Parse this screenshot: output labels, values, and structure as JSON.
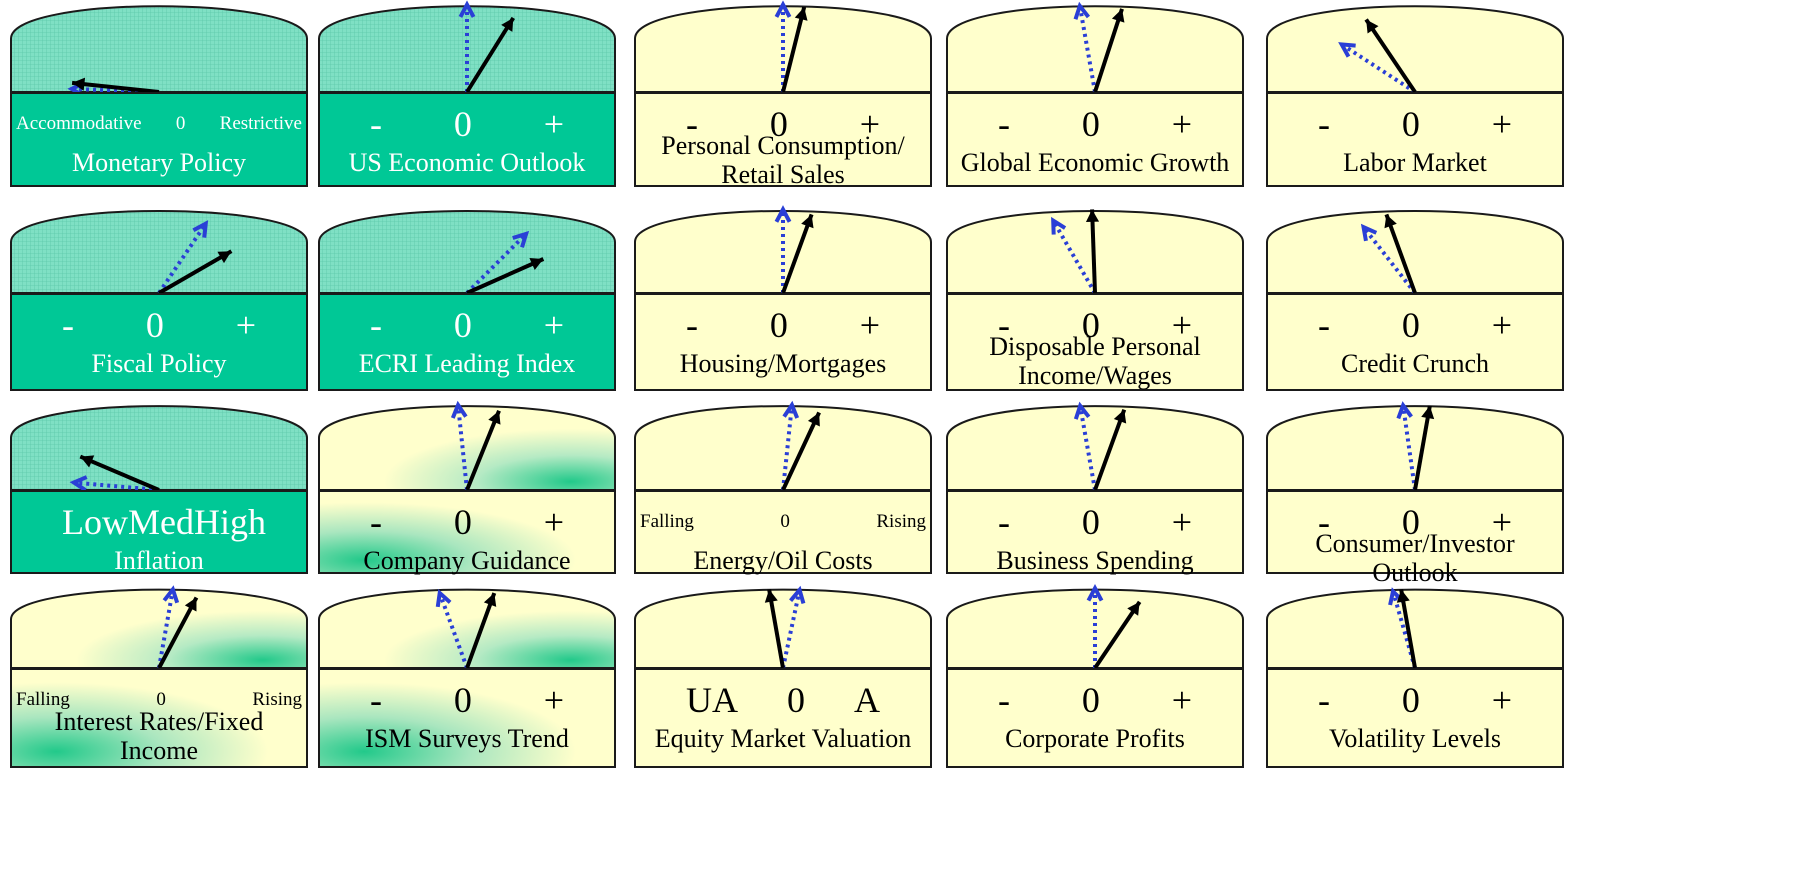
{
  "colors": {
    "panel_green": "#00c896",
    "dome_green": "#7fe0c4",
    "panel_yellow": "#ffffcc",
    "current_arrow": "#000000",
    "previous_arrow": "#2a3fd6"
  },
  "legend_semantics": {
    "current_arrow": "solid-black",
    "previous_arrow": "dotted-blue"
  },
  "gauges": [
    {
      "title": "Monetary Policy",
      "scale": [
        "Accommodative",
        "0",
        "Restrictive"
      ],
      "theme": "green",
      "current_deg": -84,
      "previous_deg": -88
    },
    {
      "title": "US Economic Outlook",
      "scale": [
        "-",
        "0",
        "+"
      ],
      "theme": "green",
      "current_deg": 32,
      "previous_deg": 0
    },
    {
      "title": "Personal Consumption/ Retail Sales",
      "scale": [
        "-",
        "0",
        "+"
      ],
      "theme": "yellow",
      "current_deg": 14,
      "previous_deg": 0
    },
    {
      "title": "Global Economic Growth",
      "scale": [
        "-",
        "0",
        "+"
      ],
      "theme": "yellow",
      "current_deg": 18,
      "previous_deg": -10
    },
    {
      "title": "Labor Market",
      "scale": [
        "-",
        "0",
        "+"
      ],
      "theme": "yellow",
      "current_deg": -34,
      "previous_deg": -57
    },
    {
      "title": "Fiscal Policy",
      "scale": [
        "-",
        "0",
        "+"
      ],
      "theme": "green",
      "current_deg": 60,
      "previous_deg": 34
    },
    {
      "title": "ECRI Leading Index",
      "scale": [
        "-",
        "0",
        "+"
      ],
      "theme": "green",
      "current_deg": 66,
      "previous_deg": 45
    },
    {
      "title": "Housing/Mortgages",
      "scale": [
        "-",
        "0",
        "+"
      ],
      "theme": "yellow",
      "current_deg": 20,
      "previous_deg": 0
    },
    {
      "title": "Disposable Personal Income/Wages",
      "scale": [
        "-",
        "0",
        "+"
      ],
      "theme": "yellow",
      "current_deg": -2,
      "previous_deg": -30
    },
    {
      "title": "Credit Crunch",
      "scale": [
        "-",
        "0",
        "+"
      ],
      "theme": "yellow",
      "current_deg": -20,
      "previous_deg": -38
    },
    {
      "title": "Inflation",
      "scale": [
        "Low",
        "Med",
        "High"
      ],
      "theme": "green",
      "current_deg": -67,
      "previous_deg": -85
    },
    {
      "title": "Company Guidance",
      "scale": [
        "-",
        "0",
        "+"
      ],
      "theme": "gradient",
      "current_deg": 22,
      "previous_deg": -6
    },
    {
      "title": "Energy/Oil Costs",
      "scale": [
        "Falling",
        "0",
        "Rising"
      ],
      "theme": "yellow",
      "current_deg": 25,
      "previous_deg": 6
    },
    {
      "title": "Business Spending",
      "scale": [
        "-",
        "0",
        "+"
      ],
      "theme": "yellow",
      "current_deg": 20,
      "previous_deg": -10
    },
    {
      "title": "Consumer/Investor Outlook",
      "scale": [
        "-",
        "0",
        "+"
      ],
      "theme": "yellow",
      "current_deg": 10,
      "previous_deg": -8
    },
    {
      "title": "Interest Rates/Fixed Income",
      "scale": [
        "Falling",
        "0",
        "Rising"
      ],
      "theme": "gradient",
      "current_deg": 28,
      "previous_deg": 10
    },
    {
      "title": "ISM Surveys Trend",
      "scale": [
        "-",
        "0",
        "+"
      ],
      "theme": "gradient",
      "current_deg": 20,
      "previous_deg": -20
    },
    {
      "title": "Equity Market Valuation",
      "scale": [
        "UA",
        "0",
        "A"
      ],
      "theme": "yellow",
      "current_deg": -10,
      "previous_deg": 12
    },
    {
      "title": "Corporate Profits",
      "scale": [
        "-",
        "0",
        "+"
      ],
      "theme": "yellow",
      "current_deg": 34,
      "previous_deg": 0
    },
    {
      "title": "Volatility Levels",
      "scale": [
        "-",
        "0",
        "+"
      ],
      "theme": "yellow",
      "current_deg": -10,
      "previous_deg": -16
    }
  ]
}
